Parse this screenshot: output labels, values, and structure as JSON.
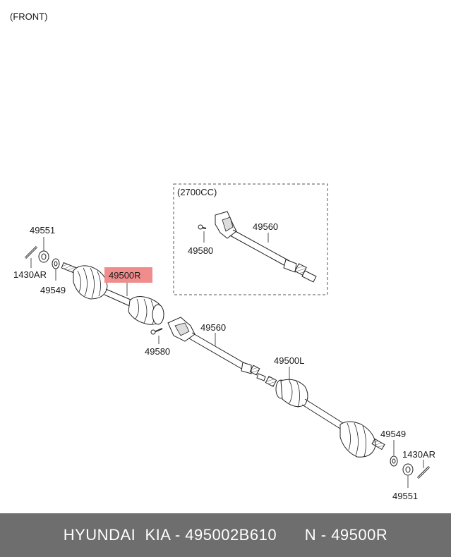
{
  "header_note": "(FRONT)",
  "inset_note": "(2700CC)",
  "labels": {
    "p49551_top": "49551",
    "p1430AR_left": "1430AR",
    "p49549_left": "49549",
    "p49500R": "49500R",
    "p49580_main": "49580",
    "p49560_main": "49560",
    "p49500L": "49500L",
    "p49549_right": "49549",
    "p1430AR_right": "1430AR",
    "p49551_bottom": "49551",
    "p49560_inset": "49560",
    "p49580_inset": "49580"
  },
  "highlight_color": "#f08c8c",
  "footer": {
    "brand": "HYUNDAI  KIA - 495002B610",
    "part": "N - 49500R"
  }
}
